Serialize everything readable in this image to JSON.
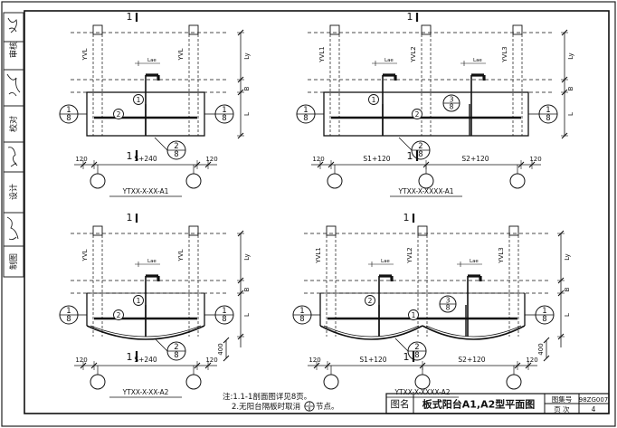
{
  "side_panel": {
    "cells": [
      "审核",
      "校对",
      "设计",
      "制图"
    ]
  },
  "plans": [
    {
      "title": "YTXX-X-XX-A1",
      "section_mark": "1",
      "columns": [
        "YVL",
        "YVL"
      ],
      "detail_left": {
        "top": "1",
        "bottom": "8"
      },
      "detail_right": {
        "top": "1",
        "bottom": "8"
      },
      "detail_bottom": {
        "top": "2",
        "bottom": "8"
      },
      "circle_tags": [
        "2",
        "1"
      ],
      "anchor_label": "Lae",
      "dims_right": [
        "Ly",
        "B",
        "L"
      ],
      "dims_bottom": [
        "120",
        "S+240",
        "120"
      ]
    },
    {
      "title": "YTXX-X-XXXX-A1",
      "section_mark": "1",
      "columns": [
        "YVL1",
        "YVL2",
        "YVL3"
      ],
      "detail_left": {
        "top": "1",
        "bottom": "8"
      },
      "detail_right": {
        "top": "1",
        "bottom": "8"
      },
      "detail_bottom": {
        "top": "2",
        "bottom": "8"
      },
      "detail_mid": {
        "top": "3",
        "bottom": "8"
      },
      "circle_tags": [
        "1",
        "2"
      ],
      "anchor_label": "Lae",
      "dims_right": [
        "Ly",
        "B",
        "L"
      ],
      "dims_bottom": [
        "120",
        "S1+120",
        "S2+120",
        "120"
      ]
    },
    {
      "title": "YTXX-X-XX-A2",
      "section_mark": "1",
      "columns": [
        "YVL",
        "YVL"
      ],
      "detail_left": {
        "top": "1",
        "bottom": "8"
      },
      "detail_right": {
        "top": "1",
        "bottom": "8"
      },
      "detail_bottom": {
        "top": "2",
        "bottom": "8"
      },
      "circle_tags": [
        "2",
        "1"
      ],
      "anchor_label": "Lae",
      "dims_right": [
        "Ly",
        "B",
        "L",
        "400"
      ],
      "dims_bottom": [
        "120",
        "S+240",
        "120"
      ]
    },
    {
      "title": "YTXX-X-XXXX-A2",
      "section_mark": "1",
      "columns": [
        "YVL1",
        "YVL2",
        "YVL3"
      ],
      "detail_left": {
        "top": "1",
        "bottom": "8"
      },
      "detail_right": {
        "top": "1",
        "bottom": "8"
      },
      "detail_bottom": {
        "top": "2",
        "bottom": "8"
      },
      "detail_mid": {
        "top": "3",
        "bottom": "8"
      },
      "circle_tags": [
        "2",
        "1"
      ],
      "anchor_label": "Lae",
      "dims_right": [
        "Ly",
        "B",
        "L",
        "400"
      ],
      "dims_bottom": [
        "120",
        "S1+120",
        "S2+120",
        "120"
      ]
    }
  ],
  "notes": {
    "line1": "注:1.1-1剖面图详见8页。",
    "line2": "2.无阳台隔板时取消",
    "line2_tag": {
      "top": "3",
      "bottom": "8"
    },
    "line2_end": "节点。"
  },
  "title_block": {
    "name_label": "图名",
    "name": "板式阳台A1,A2型平面图",
    "atlas_label": "图集号",
    "atlas_value": "98ZG007",
    "page_label": "页 次",
    "page_value": "4"
  }
}
